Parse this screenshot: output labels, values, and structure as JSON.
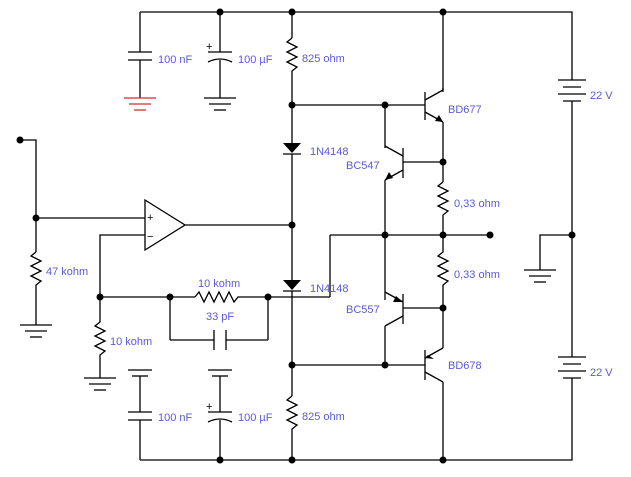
{
  "colors": {
    "wire": "#000000",
    "label": "#5a5ad6",
    "ground_highlight": "#d32f2f"
  },
  "labels": {
    "c_top_1": "100 nF",
    "c_top_2": "100 µF",
    "r_top": "825 ohm",
    "d_top": "1N4148",
    "q_bc547": "BC547",
    "q_bd677": "BD677",
    "r_emit_top": "0,33 ohm",
    "r_emit_bot": "0,33 ohm",
    "batt_top": "22 V",
    "batt_bot": "22 V",
    "r_in": "47 kohm",
    "r_fb": "10 kohm",
    "c_fb": "33 pF",
    "d_bot": "1N4148",
    "q_bc557": "BC557",
    "r_gnd": "10 kohm",
    "q_bd678": "BD678",
    "c_bot_1": "100 nF",
    "c_bot_2": "100 µF",
    "r_bot": "825 ohm"
  },
  "symbols": {
    "plus": "+",
    "minus": "−"
  }
}
